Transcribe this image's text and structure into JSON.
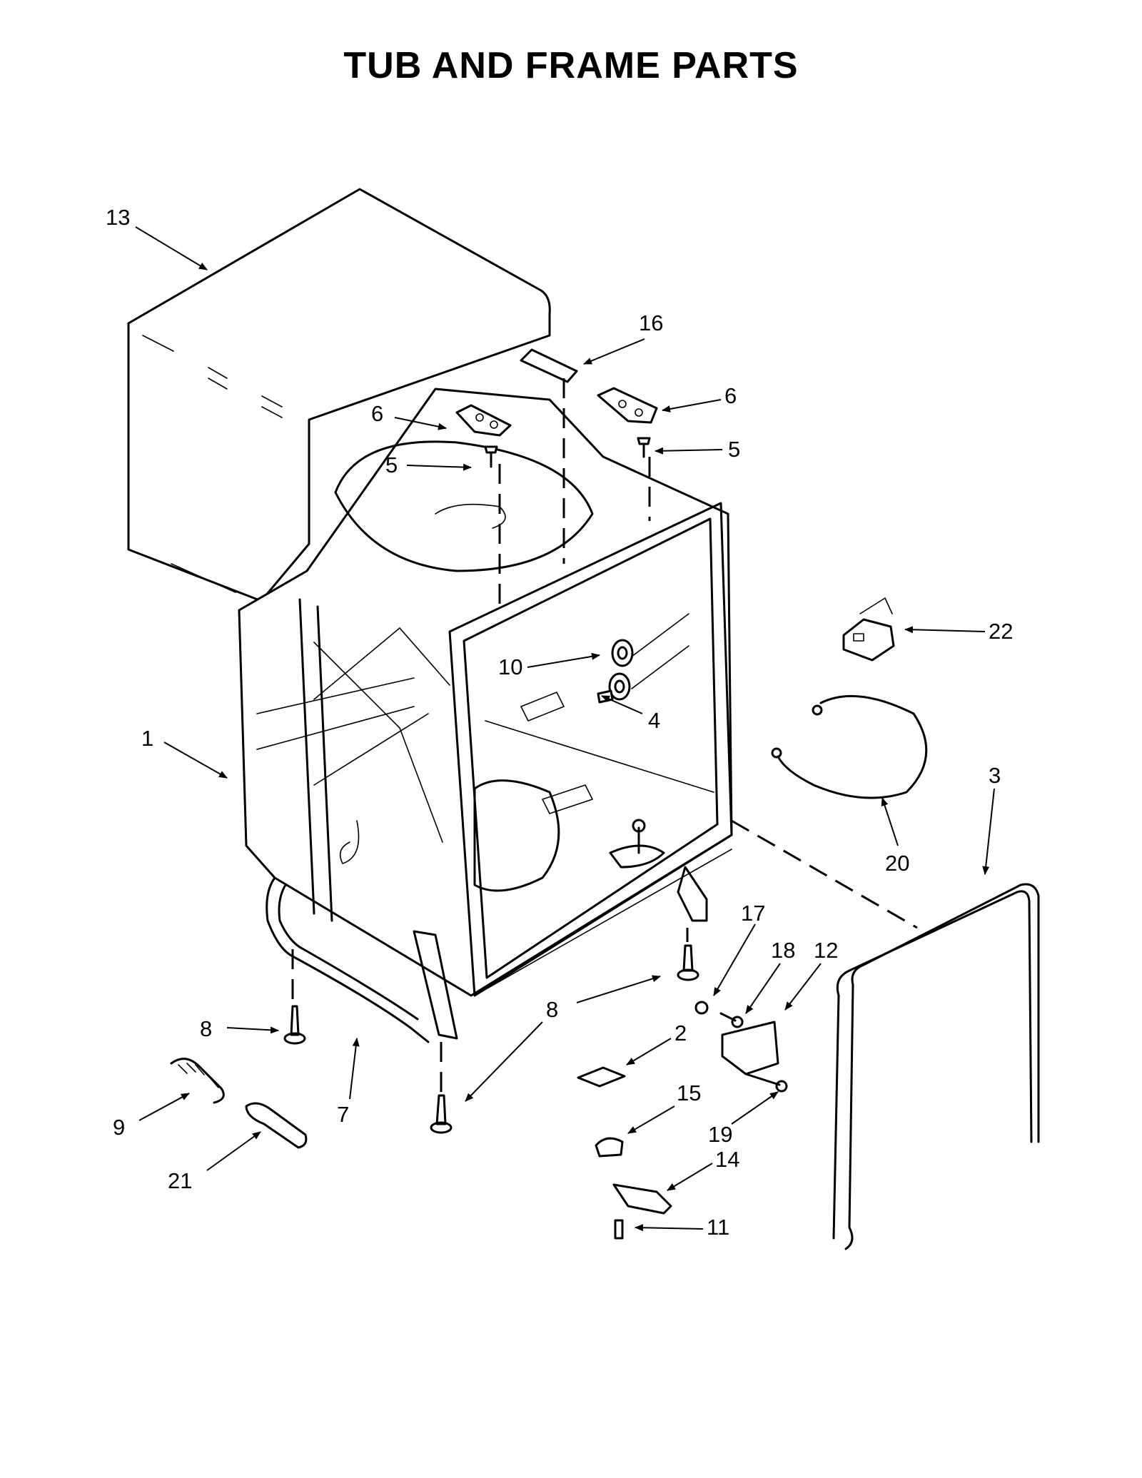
{
  "title": "TUB AND FRAME PARTS",
  "callouts": [
    "1",
    "2",
    "3",
    "4",
    "5",
    "5",
    "6",
    "6",
    "7",
    "8",
    "8",
    "9",
    "10",
    "11",
    "12",
    "13",
    "14",
    "15",
    "16",
    "17",
    "18",
    "19",
    "20",
    "21",
    "22"
  ]
}
